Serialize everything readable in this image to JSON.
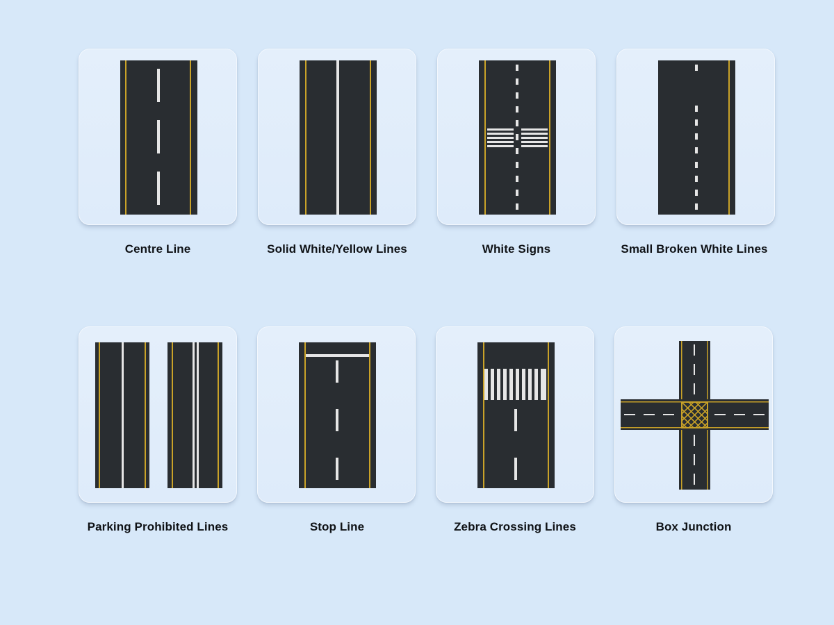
{
  "page": {
    "background": "#d7e8f9"
  },
  "colors": {
    "asphalt": "#292d31",
    "yellow": "#c9a228",
    "white": "#e6e6e6",
    "card_bg": "#e0ecfa",
    "label": "#0f1216"
  },
  "markings": [
    {
      "id": "centre-line",
      "label": "Centre Line"
    },
    {
      "id": "solid-white-yellow-lines",
      "label": "Solid White/Yellow Lines"
    },
    {
      "id": "white-signs",
      "label": "White Signs"
    },
    {
      "id": "small-broken-white-lines",
      "label": "Small Broken White Lines"
    },
    {
      "id": "parking-prohibited-lines",
      "label": "Parking Prohibited Lines"
    },
    {
      "id": "stop-line",
      "label": "Stop Line"
    },
    {
      "id": "zebra-crossing-lines",
      "label": "Zebra Crossing Lines"
    },
    {
      "id": "box-junction",
      "label": "Box Junction"
    }
  ]
}
